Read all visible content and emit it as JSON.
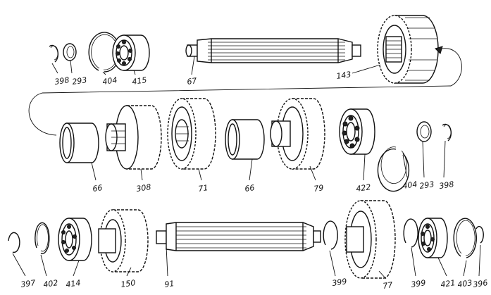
{
  "labels": {
    "r1_398": "398",
    "r1_293": "293",
    "r1_404": "404",
    "r1_415": "415",
    "r1_67": "67",
    "r1_143": "143",
    "r2_66a": "66",
    "r2_308": "308",
    "r2_71": "71",
    "r2_66b": "66",
    "r2_79": "79",
    "r2_422": "422",
    "r2_404": "404",
    "r2_293": "293",
    "r2_398": "398",
    "r3_397": "397",
    "r3_402": "402",
    "r3_414": "414",
    "r3_150": "150",
    "r3_91": "91",
    "r3_399a": "399",
    "r3_77": "77",
    "r3_399b": "399",
    "r3_421": "421",
    "r3_403": "403",
    "r3_396": "396"
  }
}
